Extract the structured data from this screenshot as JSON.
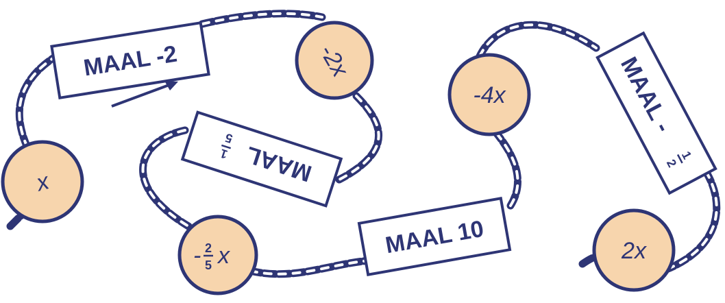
{
  "colors": {
    "ink": "#2e3575",
    "ball": "#f7d5ad",
    "tag": "#ffffff"
  },
  "chain": [
    {
      "type": "ball",
      "label": "x"
    },
    {
      "type": "tag",
      "label": "MAAL -2"
    },
    {
      "type": "ball",
      "label": "-2x"
    },
    {
      "type": "tag",
      "label": "MAAL",
      "fraction": {
        "num": "1",
        "den": "5"
      }
    },
    {
      "type": "ball",
      "label": "x",
      "prefix": "-",
      "fraction": {
        "num": "2",
        "den": "5"
      }
    },
    {
      "type": "tag",
      "label": "MAAL 10"
    },
    {
      "type": "ball",
      "label": "-4x"
    },
    {
      "type": "tag",
      "label": "MAAL -",
      "fraction": {
        "num": "1",
        "den": "2"
      }
    },
    {
      "type": "ball",
      "label": "2x"
    }
  ],
  "arrow": {
    "icon": "arrow-right-icon"
  }
}
